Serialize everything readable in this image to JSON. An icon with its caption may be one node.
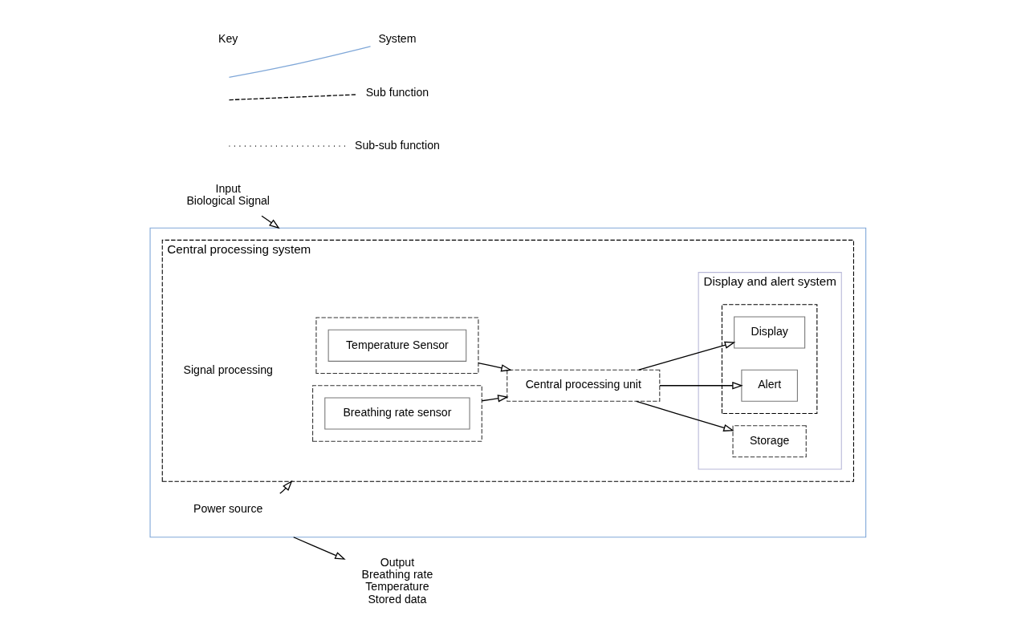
{
  "diagram": {
    "nodes": [
      {
        "text": [],
        "shape": "box"
      },
      {
        "text": [
          "Central processing system"
        ],
        "in": 0
      },
      {
        "text": [],
        "shape": "box",
        "in": 1
      },
      {
        "text": [
          "Temperature Sensor"
        ],
        "in": 2
      },
      {
        "text": [],
        "shape": "box",
        "in": 1
      },
      {
        "text": [
          "Breathing rate sensor"
        ],
        "in": 4
      },
      {
        "text": [
          "Central processing unit"
        ],
        "in": 1
      },
      {
        "text": [
          "Display and alert system"
        ],
        "in": 1
      },
      {
        "text": [],
        "shape": "box",
        "in": 7
      },
      {
        "text": [
          "Display"
        ],
        "in": 8
      },
      {
        "text": [
          "Alert"
        ],
        "in": 8
      },
      {
        "text": [
          "Storage"
        ],
        "in": 7
      },
      {
        "text": [
          "Input",
          "Biological Signal"
        ]
      },
      {
        "text": [
          "Output",
          "Breathing rate",
          "Temperature",
          "Stored data"
        ]
      },
      {
        "text": [
          "Power source"
        ],
        "in": 0
      }
    ],
    "edges": [
      {
        "from": 12,
        "to": 0,
        "arrow": "to"
      },
      {
        "from": 2,
        "to": 6,
        "arrow": "to"
      },
      {
        "from": 4,
        "to": 6,
        "arrow": "to"
      },
      {
        "from": 6,
        "to": 9,
        "arrow": "to"
      },
      {
        "from": 6,
        "to": 10,
        "arrow": "to"
      },
      {
        "from": 6,
        "to": 11,
        "arrow": "to"
      },
      {
        "from": 14,
        "to": 1,
        "arrow": "to"
      },
      {
        "from": 0,
        "to": 13,
        "arrow": "to"
      }
    ],
    "labels": [
      "Signal processing",
      "Key"
    ],
    "legend": [
      {
        "text": "System"
      },
      {
        "text": "Sub function"
      },
      {
        "text": "Sub-sub function"
      }
    ]
  }
}
